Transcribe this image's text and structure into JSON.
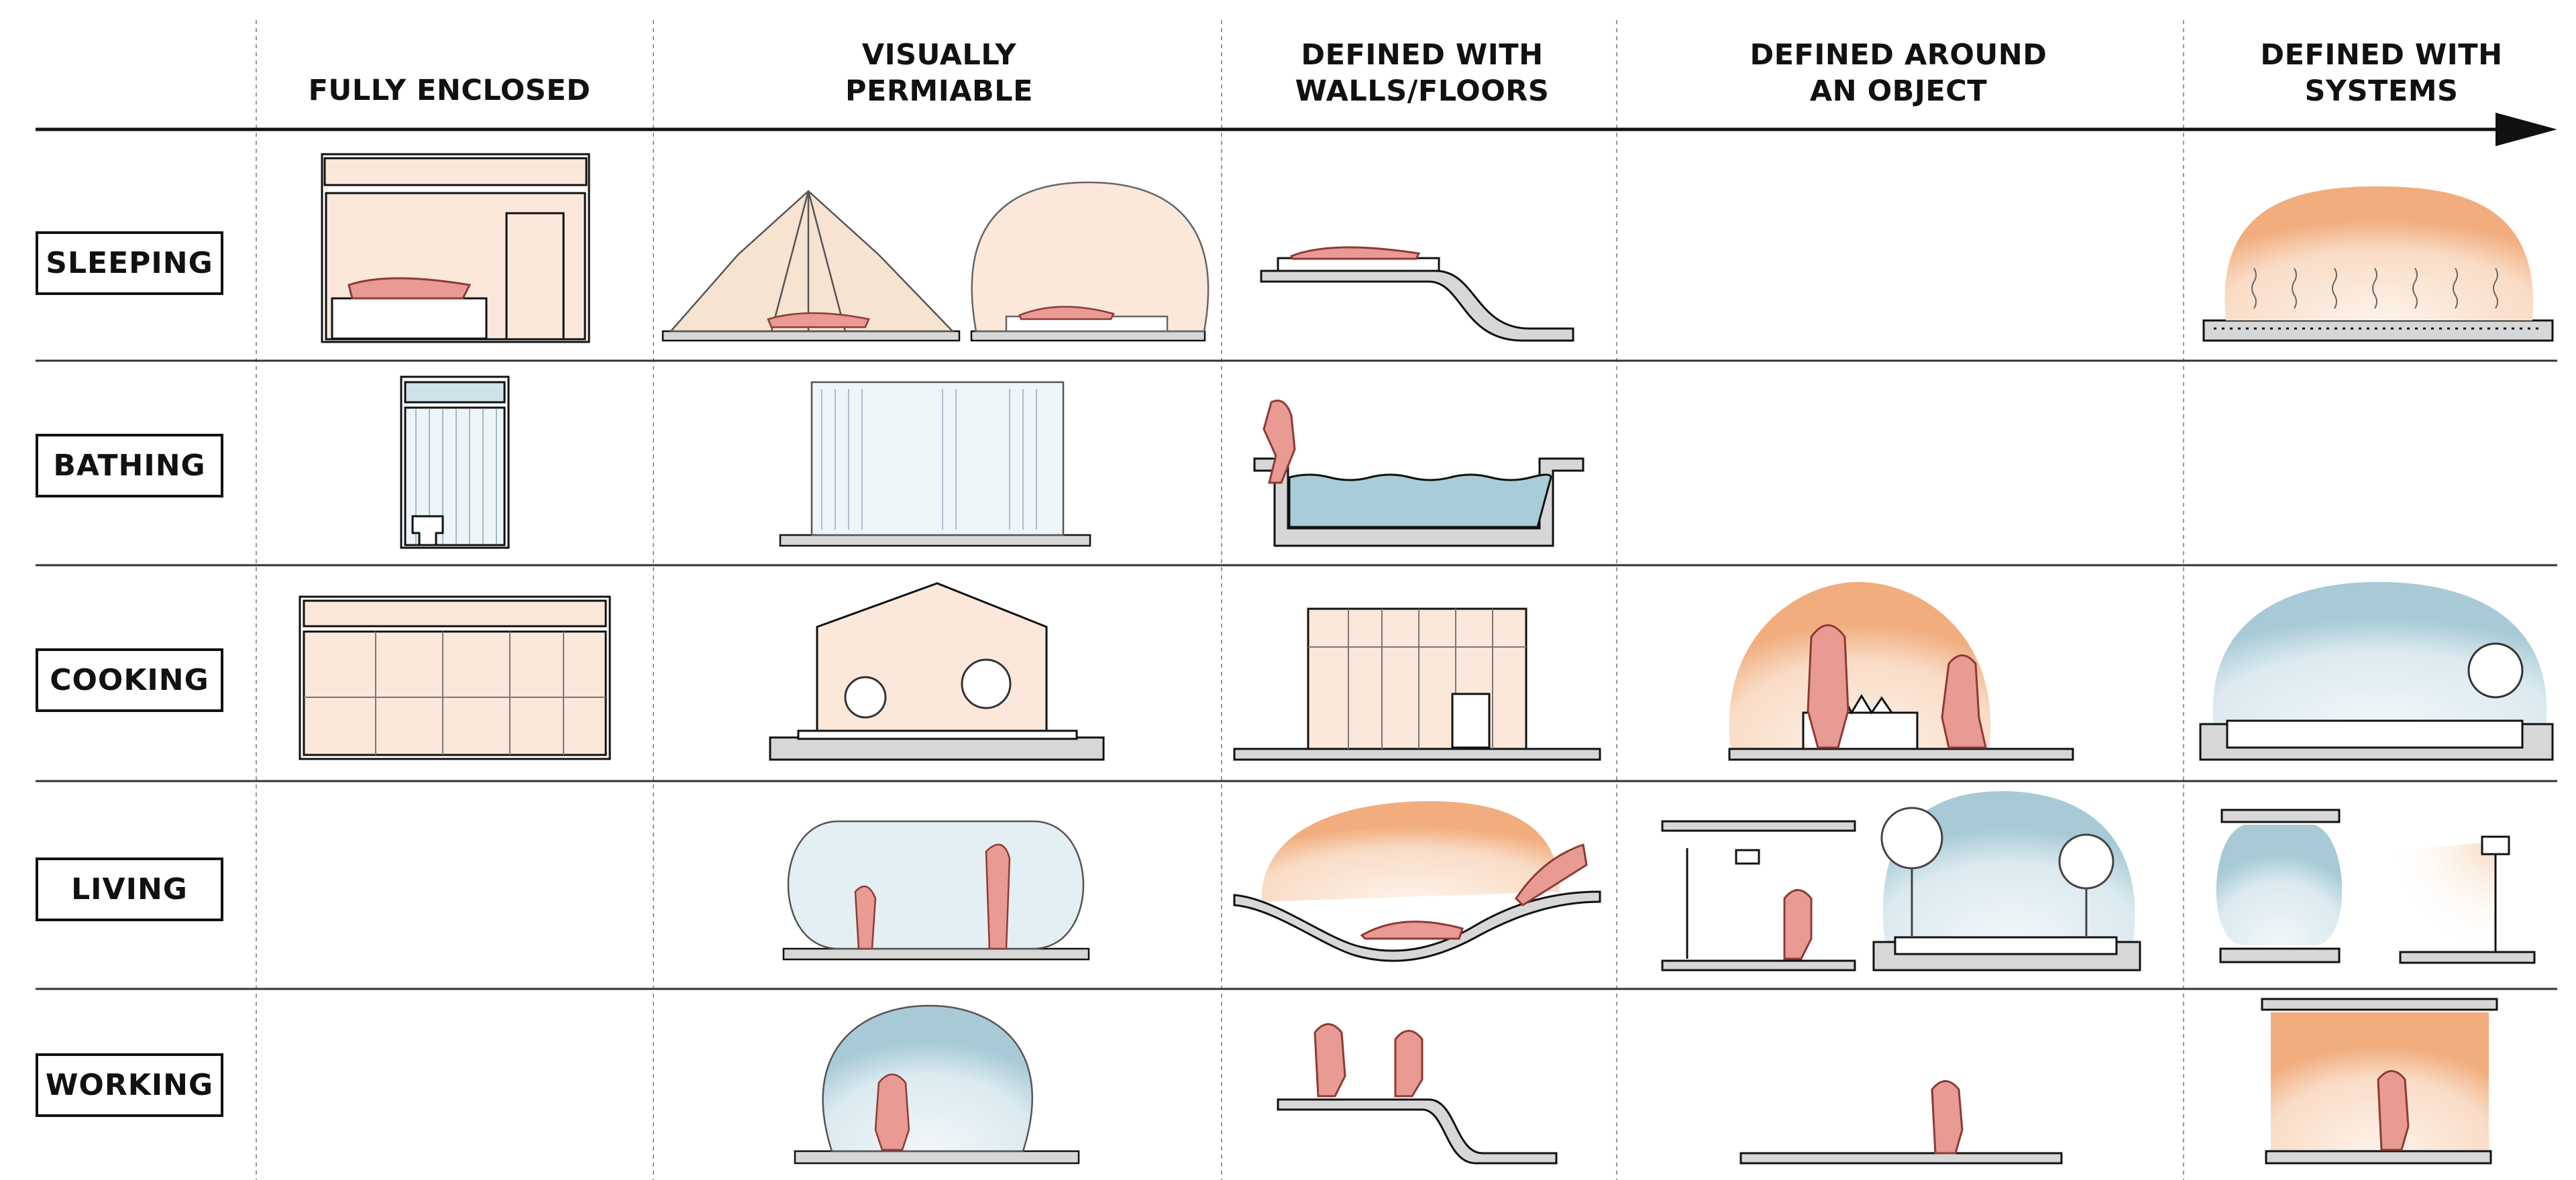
{
  "columns": [
    "FULLY ENCLOSED",
    "VISUALLY\nPERMIABLE",
    "DEFINED WITH\nWALLS/FLOORS",
    "DEFINED AROUND\nAN OBJECT",
    "DEFINED WITH\nSYSTEMS"
  ],
  "rows": [
    "SLEEPING",
    "BATHING",
    "COOKING",
    "LIVING",
    "WORKING"
  ],
  "colors": {
    "line": "#111111",
    "peach": "#fbe8da",
    "orange": "#f4b98f",
    "blue": "#cfe3ea",
    "water": "#a9cdd8",
    "figure": "#e89a93",
    "figureStroke": "#8c3b36",
    "gray": "#d7d7d7"
  }
}
